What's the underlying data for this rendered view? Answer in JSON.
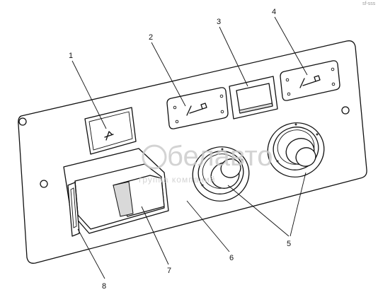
{
  "callouts": {
    "c1": "1",
    "c2": "2",
    "c3": "3",
    "c4": "4",
    "c5": "5",
    "c6": "6",
    "c7": "7",
    "c8": "8"
  },
  "watermark": {
    "main": "белавто",
    "sub": "группа компаний"
  },
  "corner_mark": "sf-sss"
}
